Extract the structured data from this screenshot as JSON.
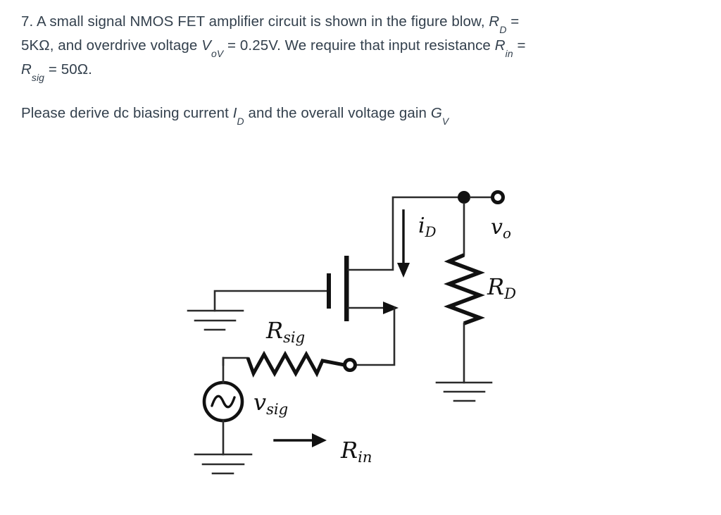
{
  "document": {
    "kind": "textbook-problem",
    "text_color": "#33404d",
    "ink_color": "#111111",
    "background": "#ffffff"
  },
  "problem": {
    "number": "7.",
    "line1_a": "A small signal NMOS FET amplifier circuit is shown in the figure blow,",
    "sym_RD": "R",
    "sub_D": "D",
    "eq1": "=",
    "line2_a": "5KΩ, and overdrive voltage",
    "sym_V": "V",
    "sub_oV": "oV",
    "eq2": "= 0.25V. We require that input resistance",
    "sym_Rin": "R",
    "sub_in": "in",
    "eq3": "=",
    "line3_sym": "R",
    "line3_sub": "sig",
    "line3_val": "= 50Ω.",
    "line4_a": "Please derive dc biasing current",
    "sym_ID": "I",
    "sub_ID": "D",
    "line4_b": "and the overall voltage gain",
    "sym_G": "G",
    "sub_G": "V"
  },
  "figure": {
    "title": "common-gate NMOS amplifier schematic",
    "labels": {
      "drain_current": {
        "base": "i",
        "sub": "D"
      },
      "output_voltage": {
        "base": "v",
        "sub": "o"
      },
      "drain_resistor": {
        "base": "R",
        "sub": "D"
      },
      "source_resistor": {
        "base": "R",
        "sub": "sig"
      },
      "source_voltage": {
        "base": "v",
        "sub": "sig"
      },
      "input_resistance": {
        "base": "R",
        "sub": "in"
      }
    },
    "components": [
      "nmos-transistor",
      "drain-resistor",
      "signal-source",
      "signal-source-resistor",
      "ground-gate",
      "ground-drain-resistor",
      "ground-signal-source",
      "output-terminal",
      "input-terminal",
      "drain-current-arrow",
      "input-resistance-arrow"
    ]
  }
}
